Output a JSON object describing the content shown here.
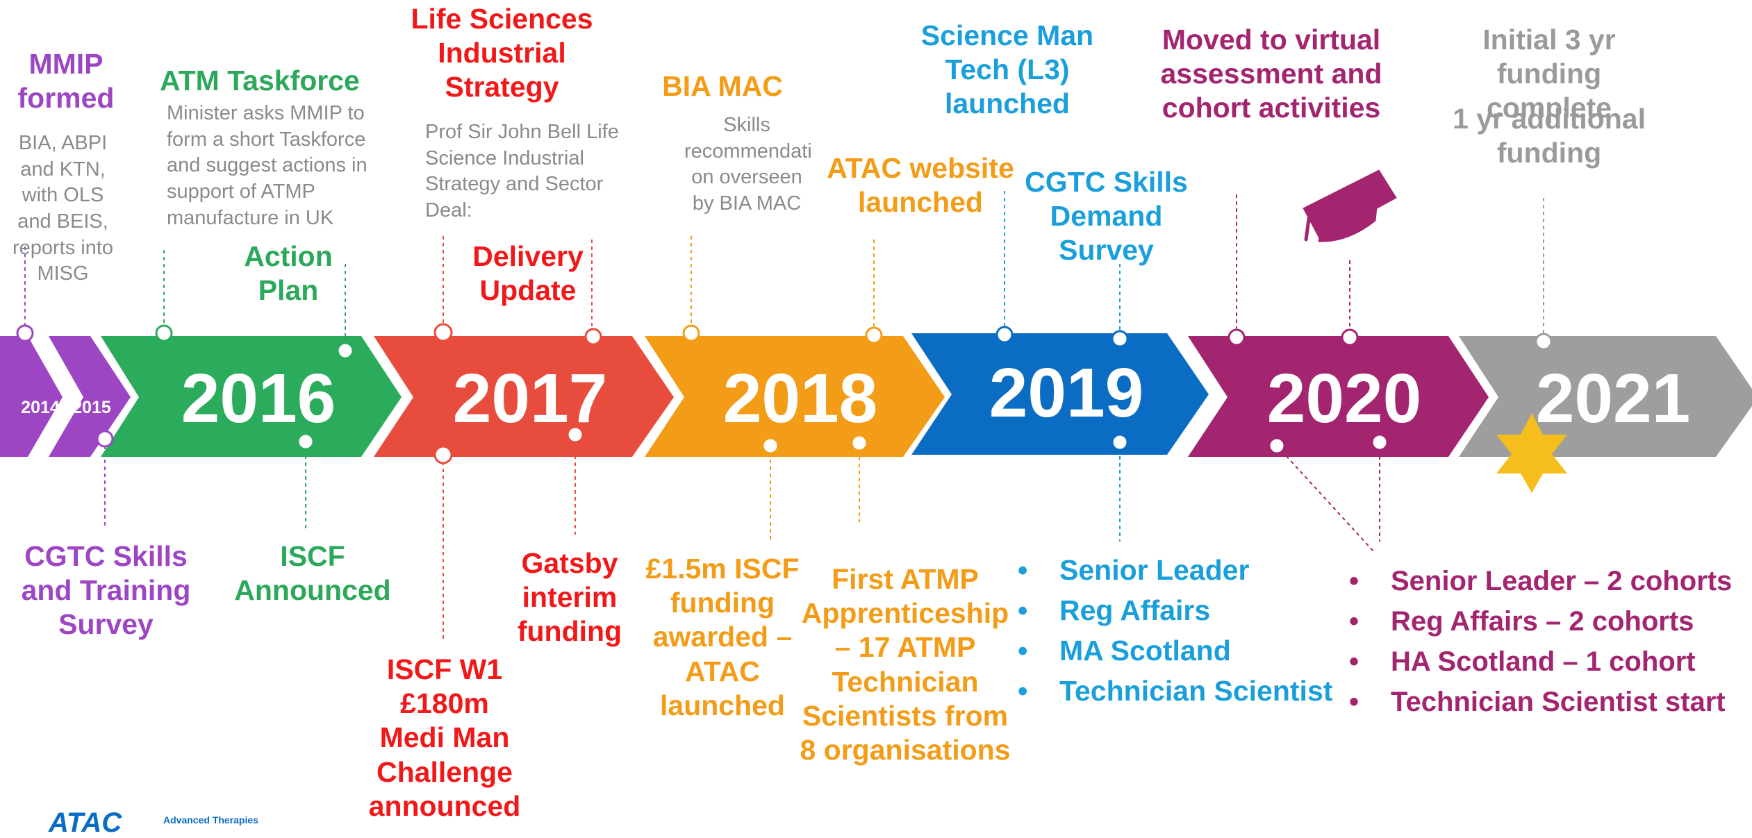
{
  "colors": {
    "y2014": "#9c46c4",
    "y2016": "#2bab5c",
    "y2017": "#e84c3d",
    "y2018": "#f39c17",
    "y2019": "#0a6cc2",
    "y2020": "#a3246f",
    "y2021": "#9e9e9e",
    "green_text": "#2ca85a",
    "red_text": "#f01818",
    "orange_text": "#f39c17",
    "blue_text": "#1a9fdb",
    "purple_text": "#9c46c4",
    "magenta_text": "#a3246f",
    "grey_text": "#9a9a9a",
    "star": "#f5be1d"
  },
  "years": {
    "y2014": "2014",
    "y2015": "2015",
    "y2016": "2016",
    "y2017": "2017",
    "y2018": "2018",
    "y2019": "2019",
    "y2020": "2020",
    "y2021": "2021"
  },
  "events": {
    "mmip": {
      "title": "MMIP formed",
      "desc": "BIA, ABPI and KTN, with OLS and BEIS, reports into MISG"
    },
    "atm_taskforce": {
      "title": "ATM Taskforce",
      "desc": "Minister asks MMIP to form a short Taskforce and suggest actions in support of ATMP manufacture in UK"
    },
    "action_plan": {
      "title": "Action Plan"
    },
    "life_sciences": {
      "title": "Life Sciences Industrial Strategy",
      "desc": "Prof Sir John Bell Life Science Industrial Strategy and Sector Deal:"
    },
    "delivery_update": {
      "title": "Delivery Update"
    },
    "bia_mac": {
      "title": "BIA MAC",
      "desc": "Skills recommendati on overseen by BIA MAC"
    },
    "atac_website": {
      "title": "ATAC website launched"
    },
    "science_man_tech": {
      "title": "Science Man Tech (L3) launched"
    },
    "cgtc_demand": {
      "title": "CGTC Skills Demand Survey"
    },
    "virtual": {
      "title": "Moved to virtual assessment and cohort activities"
    },
    "initial_funding": {
      "title": "Initial 3 yr funding complete",
      "title2": "1 yr additional funding"
    },
    "cgtc_training": {
      "title": "CGTC Skills and Training Survey"
    },
    "iscf_announced": {
      "title": "ISCF Announced"
    },
    "iscf_w1": {
      "title": "ISCF W1 £180m Medi Man Challenge announced"
    },
    "gatsby": {
      "title": "Gatsby interim funding"
    },
    "iscf_funding": {
      "title": "£1.5m ISCF funding awarded – ATAC launched"
    },
    "first_atmp": {
      "title": "First ATMP Apprenticeship – 17 ATMP Technician Scientists from 8 organisations"
    }
  },
  "list_2019": [
    "Senior Leader",
    "Reg Affairs",
    "MA Scotland",
    "Technician Scientist"
  ],
  "list_2020": [
    "Senior Leader – 2 cohorts",
    "Reg Affairs – 2 cohorts",
    "HA Scotland – 1 cohort",
    "Technician Scientist start"
  ],
  "logo": {
    "text": "ATAC",
    "sub": "Advanced Therapies"
  }
}
